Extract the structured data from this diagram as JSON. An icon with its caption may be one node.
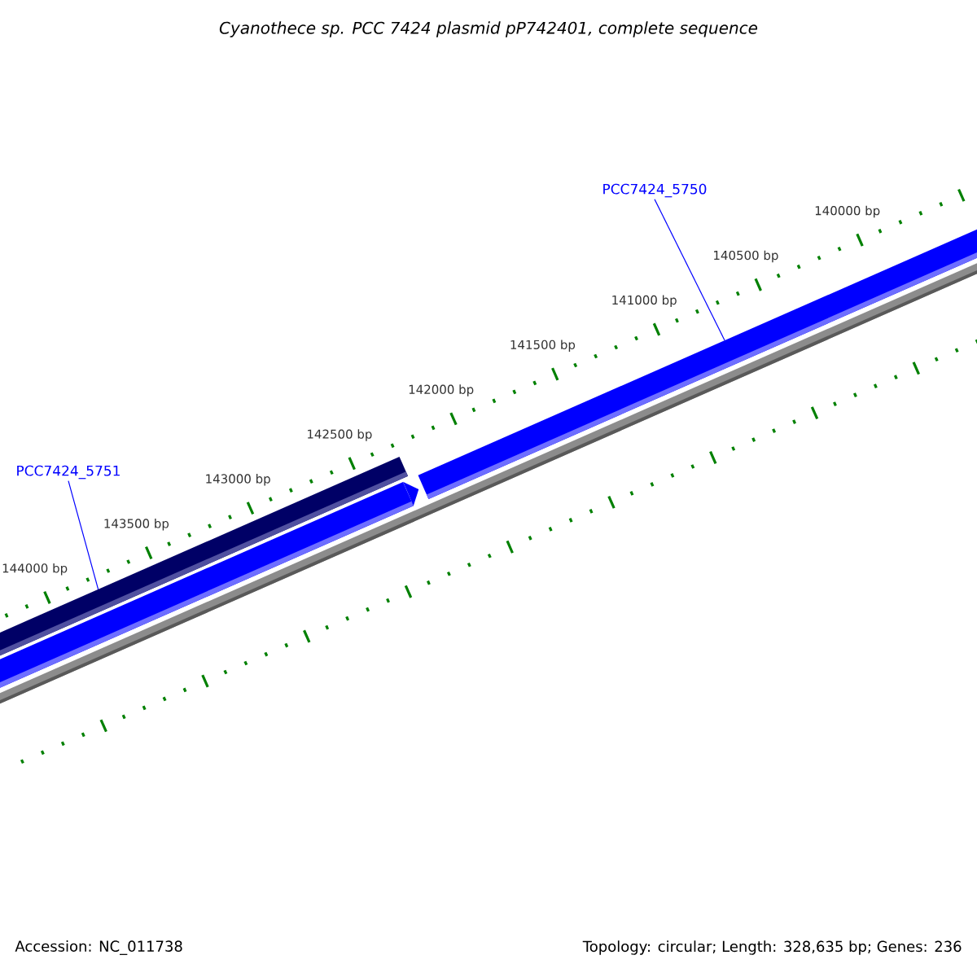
{
  "diagram": {
    "title": "Cyanothece sp. PCC 7424 plasmid pP742401, complete sequence",
    "nodes": [
      {
        "text": [
          "PCC7424_5751"
        ]
      },
      {
        "text": [
          "PCC7424_5750"
        ]
      },
      {
        "text": [],
        "shape": "bar"
      },
      {
        "text": [],
        "shape": "arrow"
      },
      {
        "text": [],
        "shape": "bar"
      }
    ],
    "edges": [
      {
        "from": 0,
        "to": 2,
        "arrow": "none"
      },
      {
        "from": 1,
        "to": 4,
        "arrow": "none"
      }
    ],
    "labels": [
      "140000 bp",
      "140500 bp",
      "141000 bp",
      "141500 bp",
      "142000 bp",
      "142500 bp",
      "143000 bp",
      "143500 bp",
      "144000 bp",
      "Accession: NC_011738",
      "Topology: circular; Length: 328,635 bp; Genes: 236"
    ]
  }
}
